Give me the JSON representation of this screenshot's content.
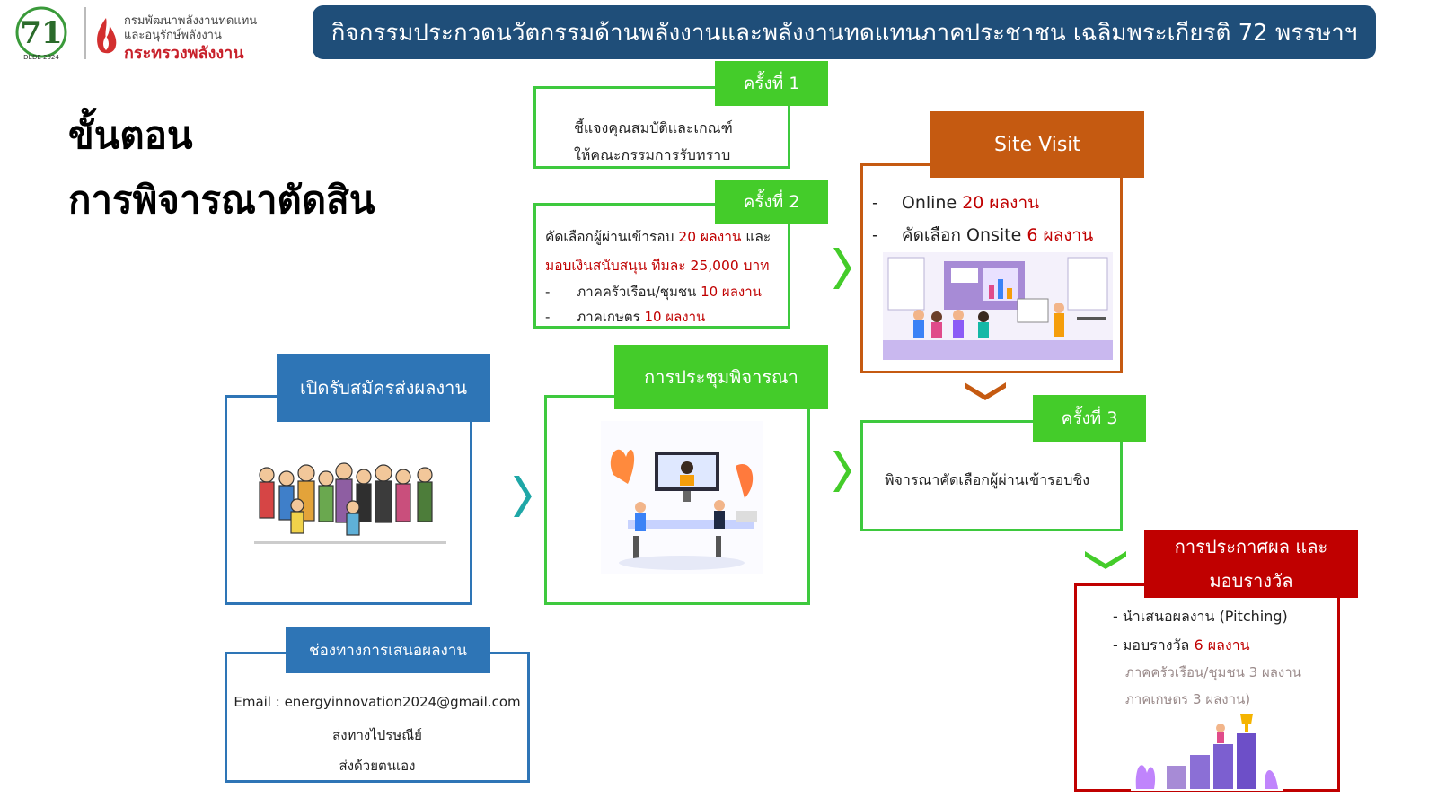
{
  "header": {
    "logo_text": "DEDE 2024",
    "org_line1": "กรมพัฒนาพลังงานทดแทน",
    "org_line2": "และอนุรักษ์พลังงาน",
    "org_line3": "กระทรวงพลังงาน",
    "banner": "กิจกรรมประกวดนวัตกรรมด้านพลังงานและพลังงานทดแทนภาคประชาชน เฉลิมพระเกียรติ 72 พรรษาฯ"
  },
  "title": {
    "line1": "ขั้นตอน",
    "line2": "การพิจารณาตัดสิน"
  },
  "round1": {
    "tag": "ครั้งที่ 1",
    "line1": "ชี้แจงคุณสมบัติและเกณฑ์",
    "line2": "ให้คณะกรรมการรับทราบ"
  },
  "round2": {
    "tag": "ครั้งที่ 2",
    "line1a": "คัดเลือกผู้ผ่านเข้ารอบ ",
    "line1b": "20 ผลงาน",
    "line1c": " และ",
    "line2": "มอบเงินสนับสนุน ทีมละ 25,000 บาท",
    "item1a": "ภาคครัวเรือน/ชุมชน ",
    "item1b": "10 ผลงาน",
    "item2a": "ภาคเกษตร ",
    "item2b": "10 ผลงาน",
    "bullet": "-"
  },
  "site_visit": {
    "tag": "Site Visit",
    "item1a": "Online ",
    "item1b": "20 ผลงาน",
    "item2a": "คัดเลือก Onsite ",
    "item2b": "6 ผลงาน",
    "bullet": "-"
  },
  "apply": {
    "tag": "เปิดรับสมัครส่งผลงาน"
  },
  "meeting": {
    "tag": "การประชุมพิจารณา"
  },
  "round3": {
    "tag": "ครั้งที่ 3",
    "text": "พิจารณาคัดเลือกผู้ผ่านเข้ารอบชิง"
  },
  "channels": {
    "tag": "ช่องทางการเสนอผลงาน",
    "email": "Email : energyinnovation2024@gmail.com",
    "post": "ส่งทางไปรษณีย์",
    "self": "ส่งด้วยตนเอง"
  },
  "award": {
    "tag_line1": "การประกาศผล และ",
    "tag_line2": "มอบรางวัล",
    "item1": "- นำเสนอผลงาน (Pitching)",
    "item2a": "- มอบรางวัล ",
    "item2b": "6 ผลงาน",
    "sub1": "ภาคครัวเรือน/ชุมชน 3 ผลงาน",
    "sub2": "ภาคเกษตร 3 ผลงาน)"
  },
  "colors": {
    "banner": "#1f4e79",
    "green": "#44cc2a",
    "blue": "#2e75b6",
    "orange": "#c55a11",
    "red": "#c00000",
    "teal_arrow": "#1fa7a7"
  }
}
